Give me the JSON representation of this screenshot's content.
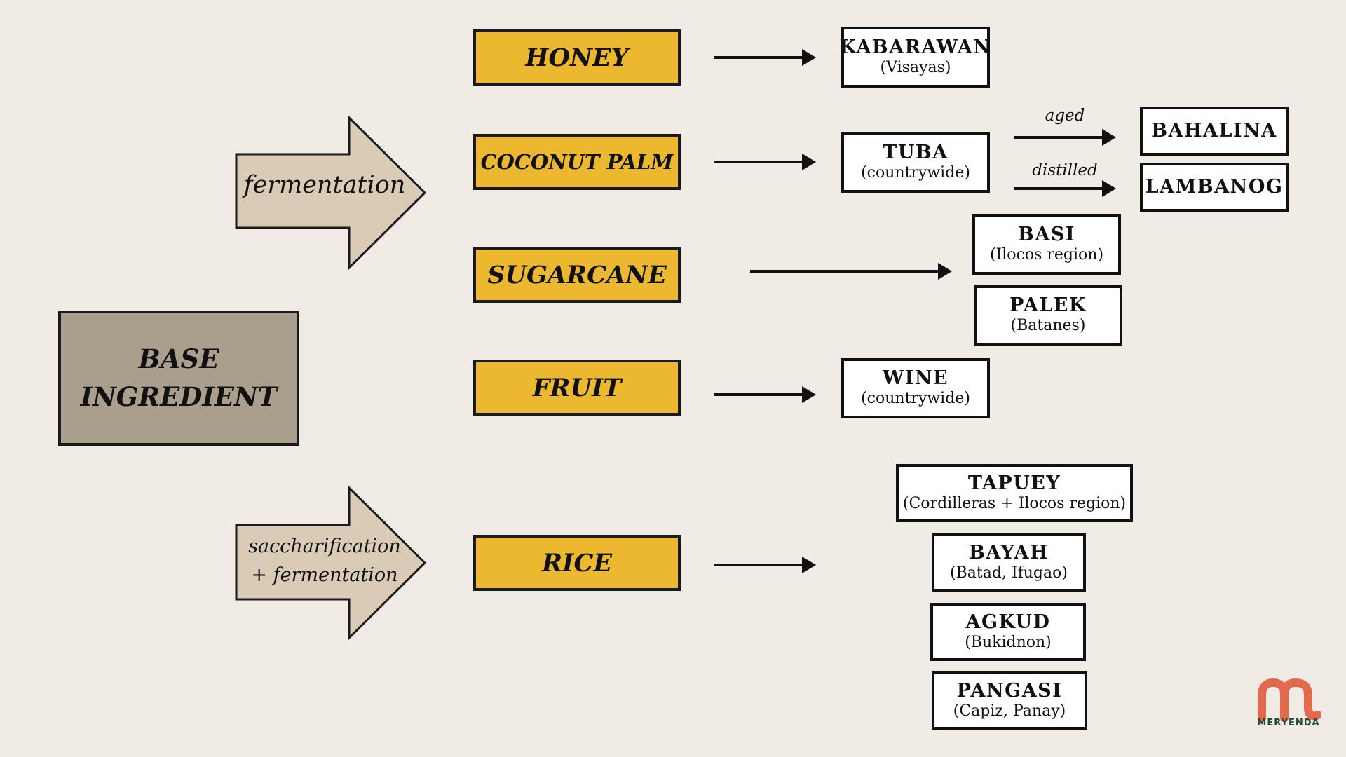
{
  "base": {
    "line1": "BASE",
    "line2": "INGREDIENT"
  },
  "processes": {
    "fermentation": "fermentation",
    "sacch_line1": "saccharification",
    "sacch_line2": "+ fermentation"
  },
  "ingredients": {
    "honey": "HONEY",
    "coconut": "COCONUT PALM",
    "sugarcane": "SUGARCANE",
    "fruit": "FRUIT",
    "rice": "RICE"
  },
  "products": {
    "kabarawan": {
      "name": "KABARAWAN",
      "region": "(Visayas)"
    },
    "tuba": {
      "name": "TUBA",
      "region": "(countrywide)"
    },
    "bahalina": {
      "name": "BAHALINA"
    },
    "lambanog": {
      "name": "LAMBANOG"
    },
    "basi": {
      "name": "BASI",
      "region": "(Ilocos region)"
    },
    "palek": {
      "name": "PALEK",
      "region": "(Batanes)"
    },
    "wine": {
      "name": "WINE",
      "region": "(countrywide)"
    },
    "tapuey": {
      "name": "TAPUEY",
      "region": "(Cordilleras + Ilocos region)"
    },
    "bayah": {
      "name": "BAYAH",
      "region": "(Batad, Ifugao)"
    },
    "agkud": {
      "name": "AGKUD",
      "region": "(Bukidnon)"
    },
    "pangasi": {
      "name": "PANGASI",
      "region": "(Capiz, Panay)"
    }
  },
  "edge_labels": {
    "aged": "aged",
    "distilled": "distilled"
  },
  "logo": {
    "text": "MERYENDA"
  },
  "colors": {
    "background": "#f0ebe5",
    "ingredient_fill": "#ebb830",
    "base_fill": "#aa9f8d",
    "process_arrow_fill": "#d9cbb6",
    "logo_red": "#e26a4f",
    "logo_green": "#1f4a33"
  }
}
